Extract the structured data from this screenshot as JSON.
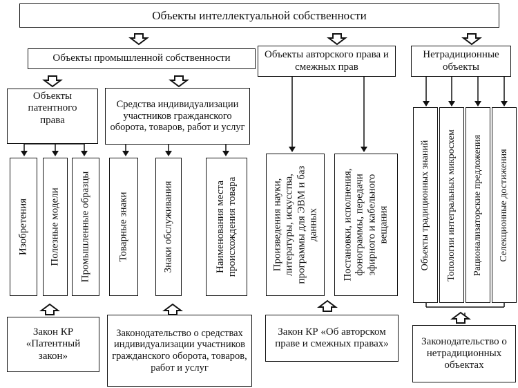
{
  "title": "Объекты интеллектуальной собственности",
  "level2": {
    "industrial": "Объекты промышленной собственности",
    "copyright": "Объекты авторского права и смежных прав",
    "nontraditional": "Нетрадиционные объекты"
  },
  "level3": {
    "patent": "Объекты патентного права",
    "individualization": "Средства индивидуализации участников гражданского оборота, товаров, работ и услуг"
  },
  "leaves": {
    "inventions": "Изобретения",
    "utility_models": "Полезные модели",
    "industrial_designs": "Промышленные образцы",
    "trademarks": "Товарные знаки",
    "service_marks": "Знаки обслуживания",
    "origin_names": "Наименования места происхождения товара",
    "works": "Произведения науки, литературы, искусства, программы для ЭВМ и баз данных",
    "performances": "Постановки, исполнения, фонограммы, передачи эфирного и кабельного вещания",
    "traditional_knowledge": "Объекты традиционных знаний",
    "microchip_topology": "Топологии интегральных микросхем",
    "rationalization": "Рационализаторские предложения",
    "selection": "Селекционные достижения"
  },
  "laws": {
    "patent_law": "Закон КР «Патентный закон»",
    "individualization_law": "Законодательство о средствах индивидуализации участников гражданского оборота, товаров, работ и услуг",
    "copyright_law": "Закон КР «Об авторском праве и смежных правах»",
    "nontraditional_law": "Законодательство о нетрадиционных объектах"
  }
}
